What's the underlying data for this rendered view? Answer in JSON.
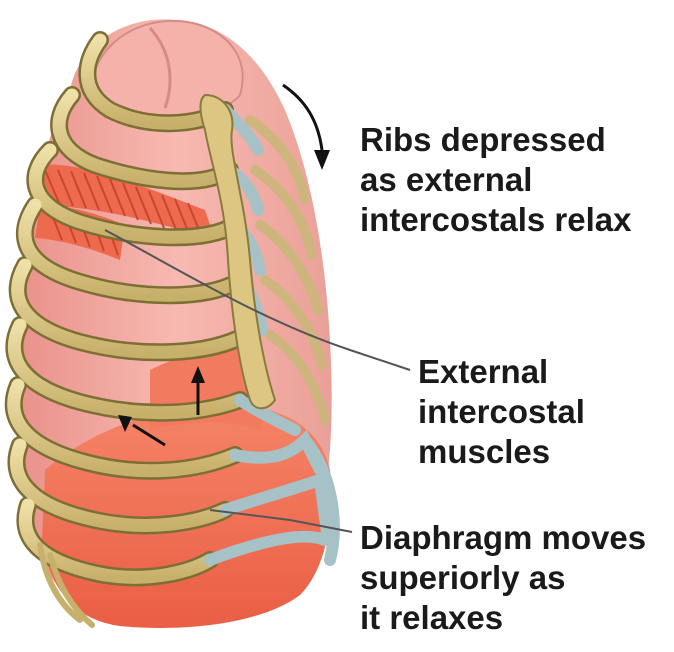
{
  "labels": {
    "ribs": [
      "Ribs depressed",
      "as external",
      "intercostals relax"
    ],
    "external_intercostal": [
      "External",
      "intercostal",
      "muscles"
    ],
    "diaphragm": [
      "Diaphragm moves",
      "superiorly as",
      "it relaxes"
    ]
  },
  "colors": {
    "rib": "#d9c585",
    "rib_edge": "#8a7a3e",
    "lung": "#f0a8a0",
    "lung_shadow": "#d98a84",
    "muscle": "#ee6a4e",
    "diaphragm": "#f2735a",
    "cartilage": "#a9c4c8",
    "leader": "#555555",
    "arrow": "#111111"
  },
  "icons": [
    "rotation-arrow-icon",
    "rib-elevation-arrow-icon",
    "muscle-pull-arrow-icon"
  ]
}
